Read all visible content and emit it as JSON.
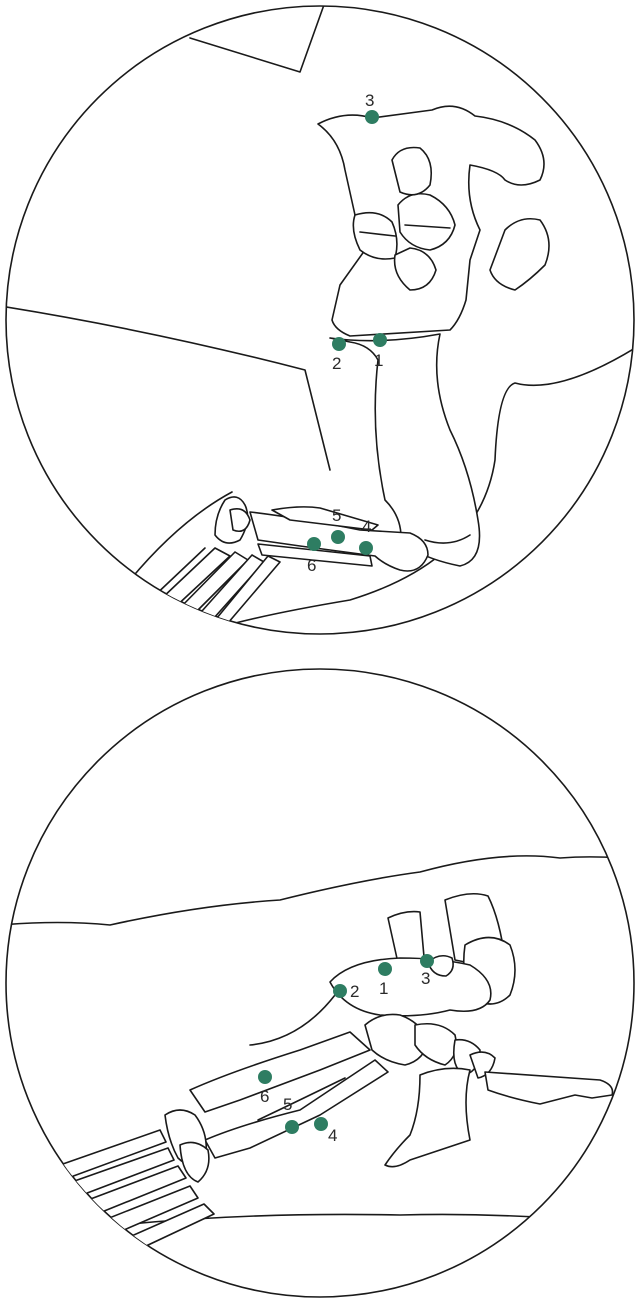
{
  "marker_color": "#2e7d62",
  "outline_color": "#1a1a1a",
  "panels": [
    {
      "id": "upper",
      "markers": [
        {
          "label": "1"
        },
        {
          "label": "2"
        },
        {
          "label": "3"
        },
        {
          "label": "4"
        },
        {
          "label": "5"
        },
        {
          "label": "6"
        }
      ]
    },
    {
      "id": "lower",
      "markers": [
        {
          "label": "1"
        },
        {
          "label": "2"
        },
        {
          "label": "3"
        },
        {
          "label": "4"
        },
        {
          "label": "5"
        },
        {
          "label": "6"
        }
      ]
    }
  ]
}
